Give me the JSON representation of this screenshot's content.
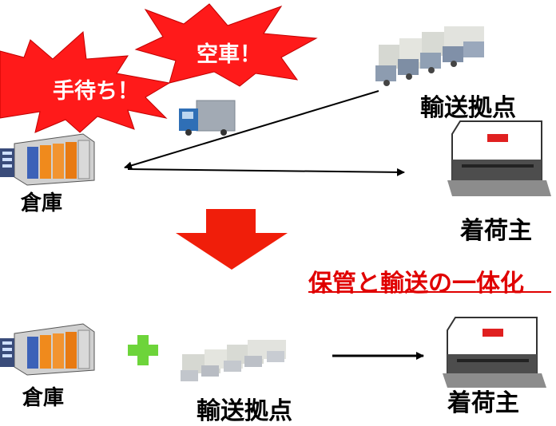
{
  "top": {
    "burst_left": "手待ち！",
    "burst_right": "空車！",
    "transport_hub_label": "輸送拠点",
    "warehouse_label": "倉庫",
    "shipper_label": "着荷主"
  },
  "caption": "保管と輸送の一体化",
  "bottom": {
    "warehouse_label": "倉庫",
    "transport_hub_label": "輸送拠点",
    "shipper_label": "着荷主"
  },
  "colors": {
    "burst_red": "#ff1a1a",
    "arrow_red": "#f01e0a",
    "caption_red": "#e00000",
    "plus_green": "#6dd43a"
  },
  "icons": [
    "truck-fleet-icon",
    "truck-icon",
    "warehouse-icon",
    "shipper-building-icon",
    "plus-icon",
    "down-arrow-icon"
  ]
}
